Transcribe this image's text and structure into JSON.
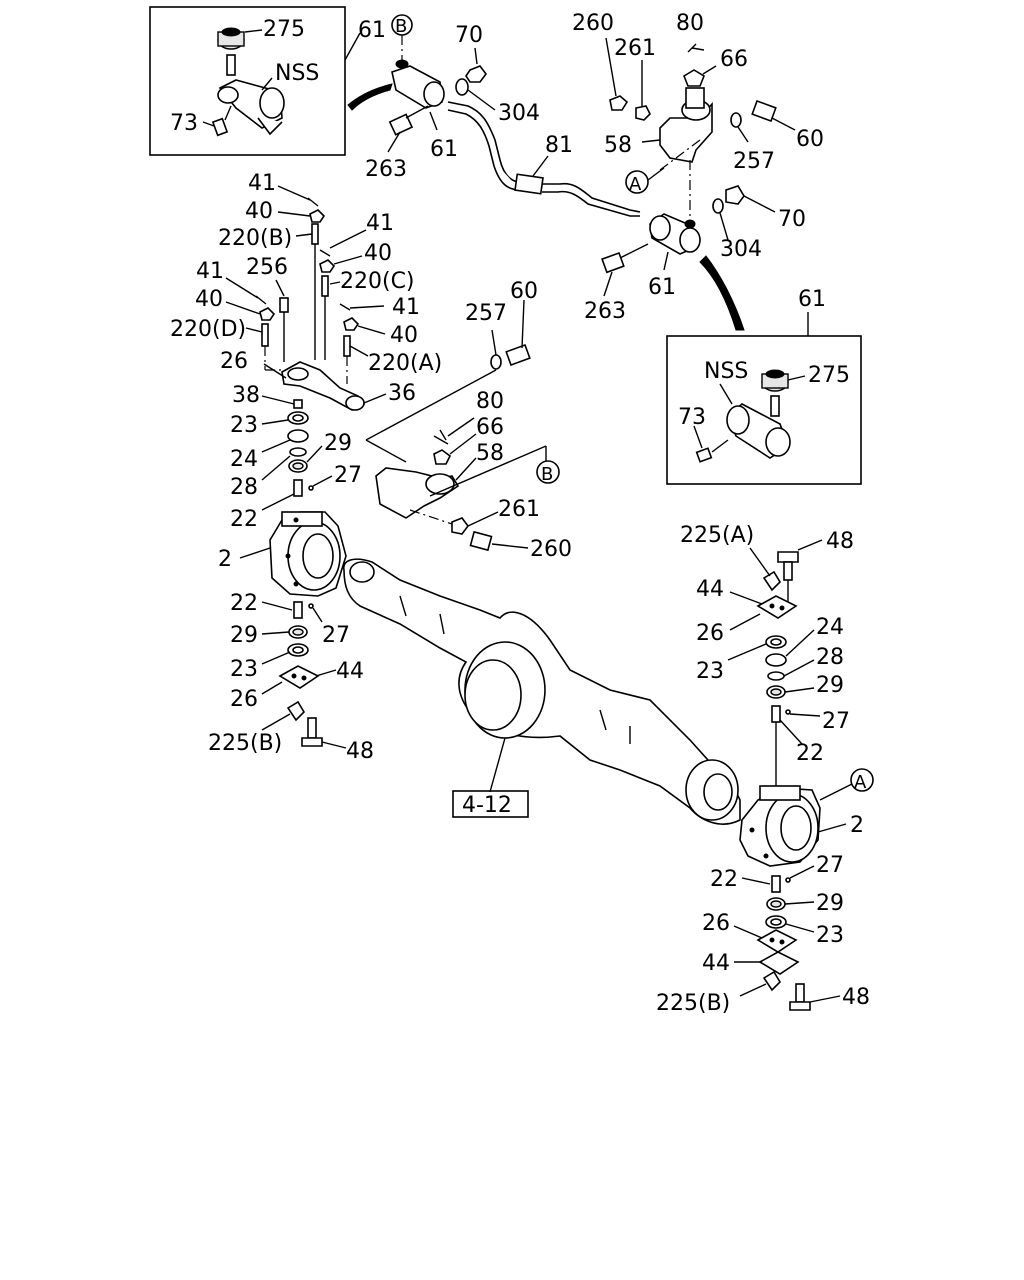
{
  "inset_top_left": {
    "ref": "61",
    "labels": {
      "ball_joint": "275",
      "nss": "NSS",
      "grease_fitting": "73"
    }
  },
  "inset_right": {
    "ref": "61",
    "labels": {
      "nss": "NSS",
      "ball_joint": "275",
      "grease_fitting": "73"
    }
  },
  "ref_box": {
    "label": "4-12"
  },
  "circle_markers": {
    "a": "A",
    "b": "B"
  },
  "callouts": {
    "tie_rod_end_top_left": "61",
    "tie_rod_end_top_center": "61",
    "tie_rod_end_right": "61",
    "tie_rod_end_right_box": "61",
    "nut_70_top": "70",
    "nut_70_right": "70",
    "washer_304_top": "304",
    "washer_304_right": "304",
    "bolt_263_top": "263",
    "bolt_263_right": "263",
    "tie_rod_81": "81",
    "bolt_260_top": "260",
    "bolt_260_mid": "260",
    "nut_261_top": "261",
    "nut_261_mid": "261",
    "pin_80_top": "80",
    "pin_80_mid": "80",
    "nut_66_top": "66",
    "nut_66_mid": "66",
    "arm_58_top": "58",
    "arm_58_mid": "58",
    "washer_257_top": "257",
    "washer_257_mid": "257",
    "bolt_60_top": "60",
    "bolt_60_mid": "60",
    "pin_41_a": "41",
    "pin_41_b": "41",
    "pin_41_c": "41",
    "pin_41_d": "41",
    "nut_40_a": "40",
    "nut_40_b": "40",
    "nut_40_c": "40",
    "nut_40_d": "40",
    "stud_220_b": "220(B)",
    "stud_220_c": "220(C)",
    "stud_220_d": "220(D)",
    "stud_220_a": "220(A)",
    "spacer_256": "256",
    "arm_36": "36",
    "cap_26_ul": "26",
    "cap_26_ll": "26",
    "cap_26_ur": "26",
    "cap_26_lr": "26",
    "seal_38": "38",
    "shim_23_ul": "23",
    "shim_23_ll": "23",
    "shim_23_ur": "23",
    "shim_23_lr": "23",
    "seal_24_l": "24",
    "seal_24_r": "24",
    "bearing_29_ul": "29",
    "bearing_29_ll": "29",
    "bearing_29_ur": "29",
    "bearing_29_lr": "29",
    "race_28_l": "28",
    "race_28_r": "28",
    "pin_27_ul": "27",
    "pin_27_ll": "27",
    "pin_27_ur": "27",
    "pin_27_lr": "27",
    "kingpin_22_ul": "22",
    "kingpin_22_ll": "22",
    "kingpin_22_ur": "22",
    "kingpin_22_lr": "22",
    "knuckle_2_l": "2",
    "knuckle_2_r": "2",
    "cap_44_l": "44",
    "cap_44_ur": "44",
    "cap_44_lr": "44",
    "fitting_225_a": "225(A)",
    "fitting_225_b_l": "225(B)",
    "fitting_225_b_r": "225(B)",
    "bolt_48_ur": "48",
    "bolt_48_l": "48",
    "bolt_48_lr": "48"
  }
}
